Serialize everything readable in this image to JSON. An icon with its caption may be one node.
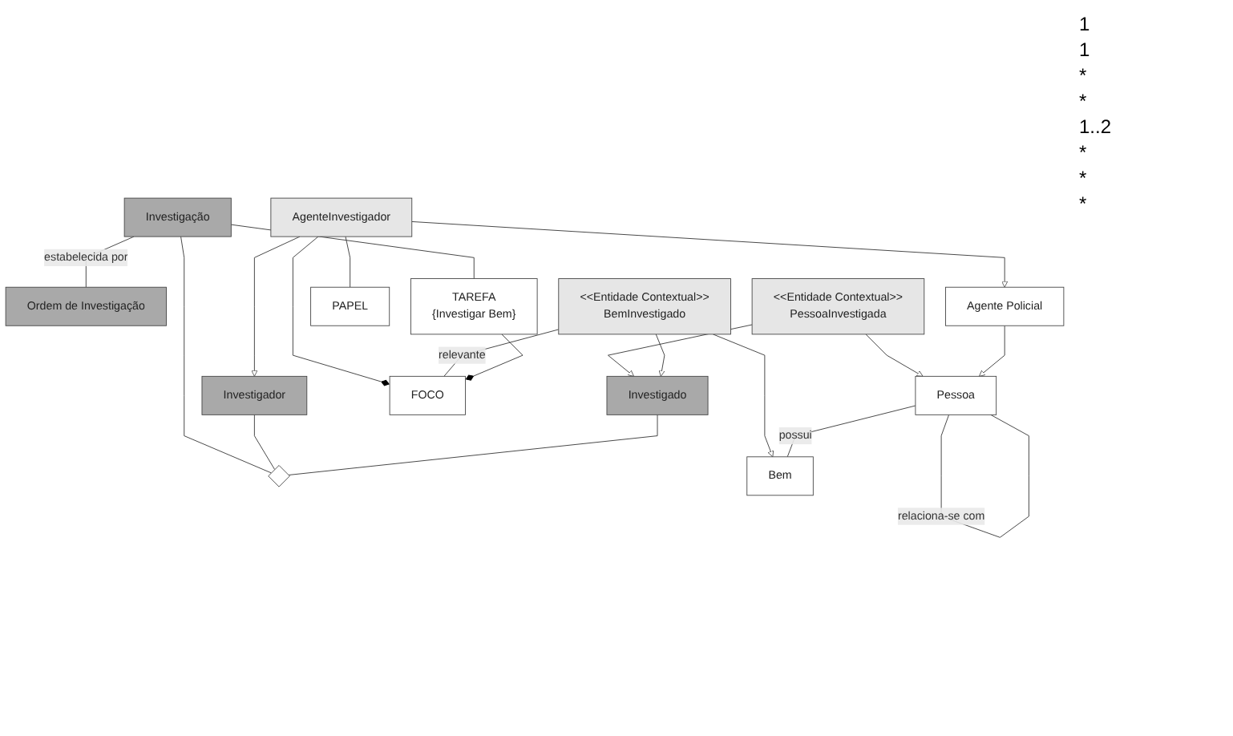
{
  "diagram": {
    "nodes": [
      {
        "text": [
          "Investigação"
        ]
      },
      {
        "text": [
          "Ordem de Investigação"
        ]
      },
      {
        "text": [
          "TAREFA",
          "{Investigar Bem}"
        ]
      },
      {
        "text": [],
        "shape": "diamond"
      },
      {
        "text": [
          "Investigador"
        ]
      },
      {
        "text": [
          "Investigado"
        ]
      },
      {
        "text": [
          "<<Entidade Contextual>>",
          "BemInvestigado"
        ]
      },
      {
        "text": [
          "AgenteInvestigador"
        ]
      },
      {
        "text": [
          "<<Entidade Contextual>>",
          "PessoaInvestigada"
        ]
      },
      {
        "text": [
          "FOCO"
        ]
      },
      {
        "text": [
          "PAPEL"
        ]
      },
      {
        "text": [
          "Agente Policial"
        ]
      },
      {
        "text": [
          "Pessoa"
        ]
      },
      {
        "text": [
          "Bem"
        ]
      }
    ],
    "edges": [
      {
        "from": 0,
        "to": 2,
        "arrow": "none"
      },
      {
        "from": 0,
        "to": 1,
        "arrow": "none",
        "label": "estabelecida por"
      },
      {
        "from": 0,
        "to": 3,
        "arrow": "none"
      },
      {
        "from": 4,
        "to": 3,
        "arrow": "none"
      },
      {
        "from": 5,
        "to": 3,
        "arrow": "none"
      },
      {
        "from": 7,
        "to": 4,
        "arrow": "to"
      },
      {
        "from": 8,
        "to": 5,
        "arrow": "to"
      },
      {
        "from": 6,
        "to": 5,
        "arrow": "to"
      },
      {
        "from": 7,
        "to": 11,
        "arrow": "to"
      },
      {
        "from": 7,
        "to": 10,
        "arrow": "none"
      },
      {
        "from": 7,
        "to": 9,
        "arrow": "other"
      },
      {
        "from": 6,
        "to": 9,
        "arrow": "none",
        "label": "relevante"
      },
      {
        "from": 2,
        "to": 9,
        "arrow": "other"
      },
      {
        "from": 8,
        "to": 12,
        "arrow": "to"
      },
      {
        "from": 6,
        "to": 13,
        "arrow": "to"
      },
      {
        "from": 11,
        "to": 12,
        "arrow": "to"
      },
      {
        "from": 12,
        "to": 13,
        "arrow": "none",
        "label": "possui"
      },
      {
        "from": 12,
        "to": 12,
        "arrow": "none",
        "label": "relaciona-se com"
      }
    ],
    "labels": [
      "1",
      "1",
      "*",
      "*",
      "1..2",
      "*",
      "*",
      "*"
    ]
  }
}
